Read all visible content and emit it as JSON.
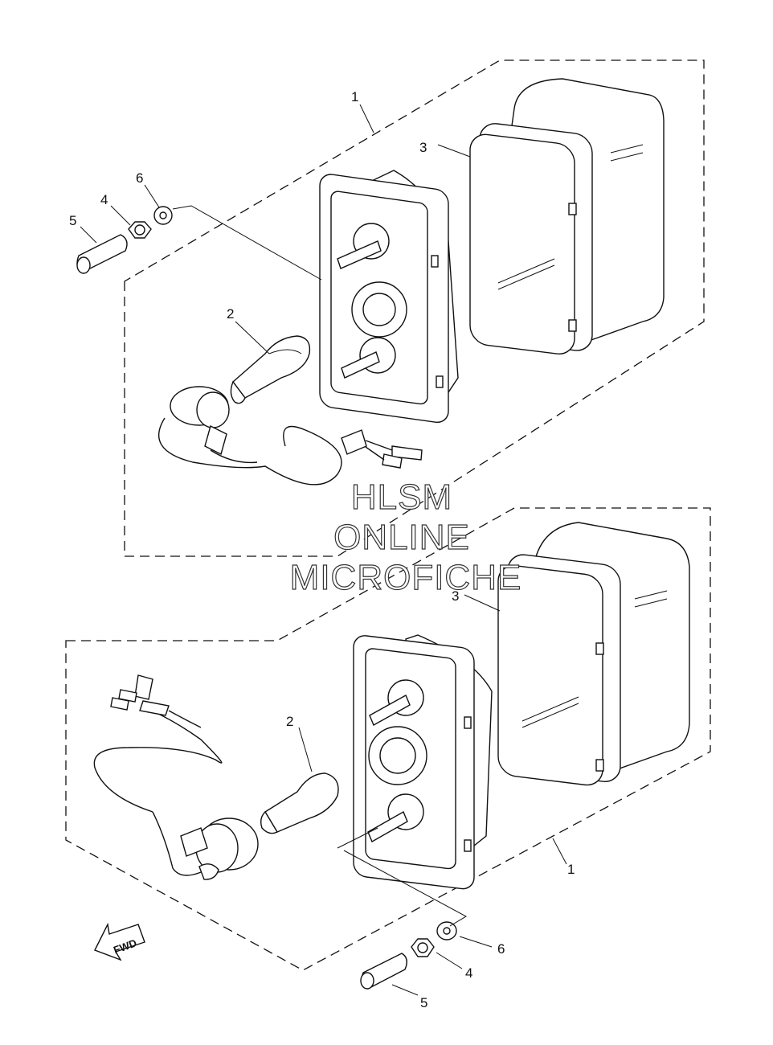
{
  "callouts": {
    "top": [
      "1",
      "2",
      "3",
      "4",
      "5",
      "6"
    ],
    "bottom": [
      "1",
      "2",
      "3",
      "4",
      "5",
      "6"
    ]
  },
  "watermark": [
    "HLSM",
    "ONLINE",
    "MICROFICHE"
  ],
  "direction_label": "FWD"
}
